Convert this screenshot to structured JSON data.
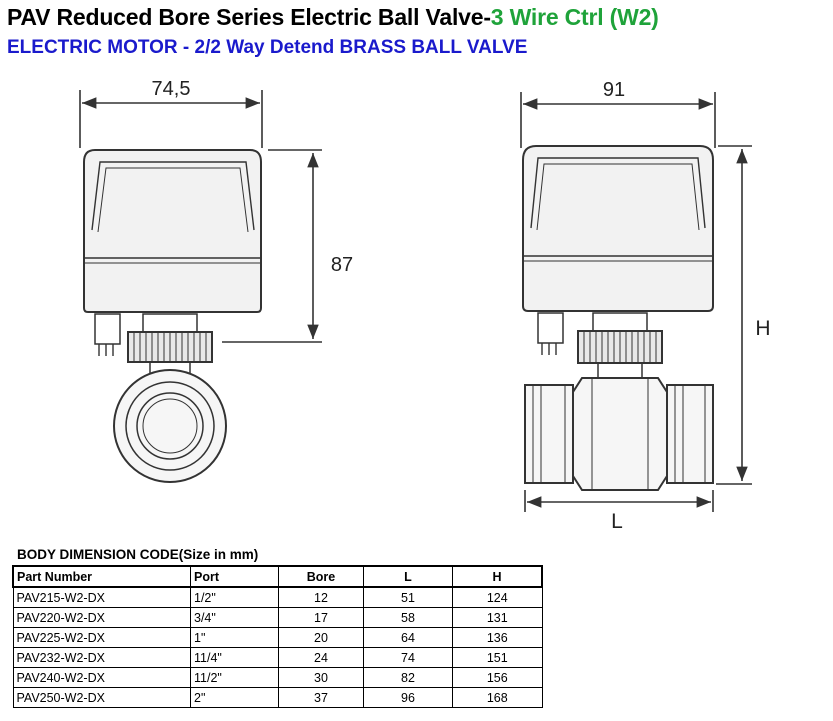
{
  "header": {
    "title_main": "PAV Reduced Bore Series Electric Ball Valve-",
    "title_highlight": "3 Wire Ctrl (W2)",
    "subtitle": "ELECTRIC MOTOR - 2/2 Way Detend BRASS BALL VALVE"
  },
  "colors": {
    "title_highlight": "#1fa33a",
    "subtitle": "#1a1acc"
  },
  "drawing": {
    "side_width_label": "74,5",
    "side_height_label": "87",
    "front_width_label": "91",
    "front_height_label": "H",
    "front_length_label": "L"
  },
  "table": {
    "caption": "BODY DIMENSION CODE(Size in mm)",
    "columns": [
      "Part Number",
      "Port",
      "Bore",
      "L",
      "H"
    ],
    "rows": [
      [
        "PAV215-W2-DX",
        "1/2\"",
        "12",
        "51",
        "124"
      ],
      [
        "PAV220-W2-DX",
        "3/4\"",
        "17",
        "58",
        "131"
      ],
      [
        "PAV225-W2-DX",
        "1\"",
        "20",
        "64",
        "136"
      ],
      [
        "PAV232-W2-DX",
        "11/4\"",
        "24",
        "74",
        "151"
      ],
      [
        "PAV240-W2-DX",
        "11/2\"",
        "30",
        "82",
        "156"
      ],
      [
        "PAV250-W2-DX",
        "2\"",
        "37",
        "96",
        "168"
      ]
    ]
  }
}
